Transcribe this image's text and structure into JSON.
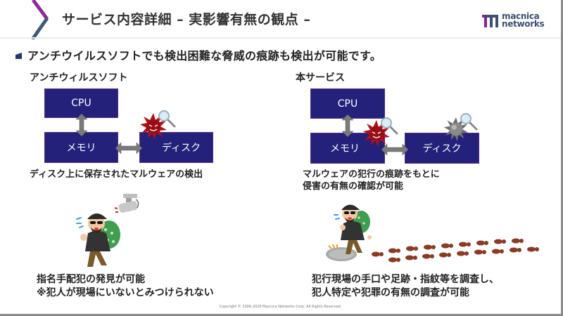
{
  "header": {
    "title": "サービス内容詳細 – 実影響有無の観点 –",
    "logo": {
      "line1": "macnica",
      "line2": "networks",
      "icon": "macnica-logo-icon",
      "colors": {
        "mark_purple": "#8a1f8f",
        "mark_slate": "#3b4f74",
        "text": "#3b4f74"
      }
    },
    "chevron_colors": {
      "top": "#8e2a96",
      "bottom": "#3e5a78"
    }
  },
  "bullet": {
    "icon": "bullet-square-icon",
    "text": "アンチウイルスソフトでも検出困難な脅威の痕跡も検出が可能です。"
  },
  "left_panel": {
    "label": "アンチウィルスソフト",
    "boxes": {
      "cpu": "CPU",
      "memory": "メモリ",
      "disk": "ディスク"
    },
    "malware_location": "disk",
    "caption": "ディスク上に保存されたマルウェアの検出",
    "illustration": "thief-with-security-camera",
    "bottom_text": {
      "line1": "指名手配犯の発見が可能",
      "line2": "※犯人が現場にいないとみつけられない"
    }
  },
  "right_panel": {
    "label": "本サービス",
    "boxes": {
      "cpu": "CPU",
      "memory": "メモリ",
      "disk": "ディスク"
    },
    "malware_location": "memory",
    "caption": {
      "line1": "マルウェアの犯行の痕跡をもとに",
      "line2": "侵害の有無の確認が可能"
    },
    "illustration": "thief-with-footprints",
    "bottom_text": {
      "line1": "犯行現場の手口や足跡・指紋等を調査し、",
      "line2": "犯人特定や犯罪の有無の調査が可能"
    }
  },
  "colors": {
    "box_fill": "#23217a",
    "box_border": "#5a2a8a",
    "arrow": "#7a7a7a",
    "malware_red": "#b0101a",
    "malware_gray": "#7a7a7a"
  },
  "footer": {
    "copyright": "Copyright © 2006-2020 Macnica Networks Corp. All Rights Reserved."
  }
}
